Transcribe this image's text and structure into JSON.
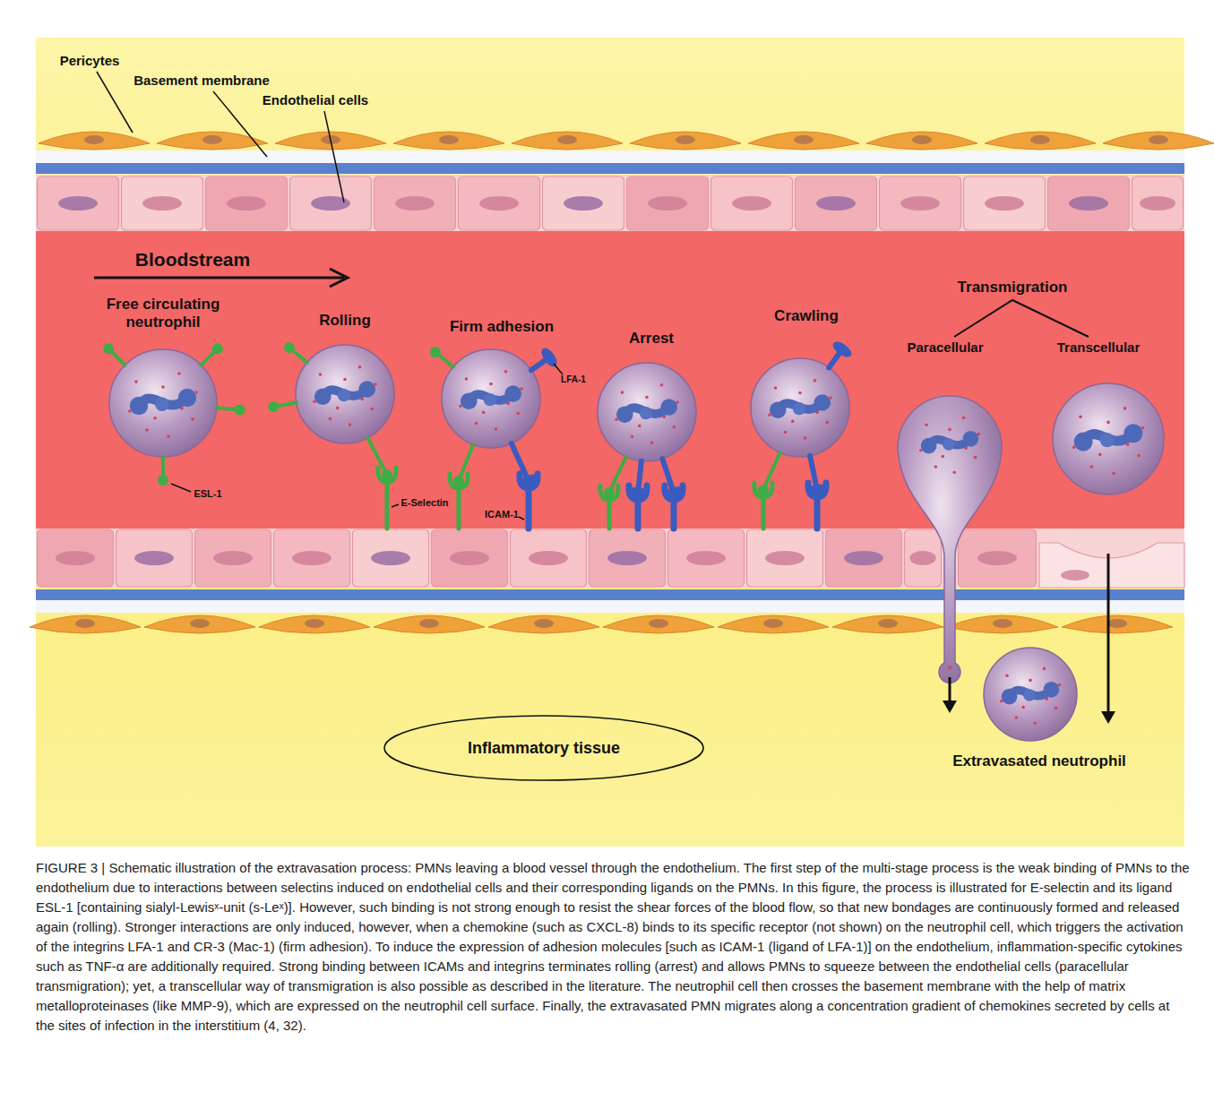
{
  "diagram": {
    "caption": "FIGURE 3 | Schematic illustration of the extravasation process: PMNs leaving a blood vessel through the endothelium. The first step of the multi-stage process is the weak binding of PMNs to the endothelium due to interactions between selectins induced on endothelial cells and their corresponding ligands on the PMNs. In this figure, the process is illustrated for E-selectin and its ligand ESL-1 [containing sialyl-Lewisˣ-unit (s-Leˣ)]. However, such binding is not strong enough to resist the shear forces of the blood flow, so that new bondages are continuously formed and released again (rolling). Stronger interactions are only induced, however, when a chemokine (such as CXCL-8) binds to its specific receptor (not shown) on the neutrophil cell, which triggers the activation of the integrins LFA-1 and CR-3 (Mac-1) (firm adhesion). To induce the expression of adhesion molecules [such as ICAM-1 (ligand of LFA-1)] on the endothelium, inflammation-specific cytokines such as TNF-α are additionally required. Strong binding between ICAMs and integrins terminates rolling (arrest) and allows PMNs to squeeze between the endothelial cells (paracellular transmigration); yet, a transcellular way of transmigration is also possible as described in the literature. The neutrophil cell then crosses the basement membrane with the help of matrix metalloproteinases (like MMP-9), which are expressed on the neutrophil cell surface. Finally, the extravasated PMN migrates along a concentration gradient of chemokines secreted by cells at the sites of infection in the interstitium (4, 32).",
    "nodes": [
      {
        "text": [
          "Inflammatory tissue"
        ]
      }
    ],
    "labels": [
      "Pericytes",
      "Basement membrane",
      "Endothelial cells",
      "Bloodstream",
      "Free circulating neutrophil",
      "Rolling",
      "Firm adhesion",
      "Arrest",
      "Crawling",
      "Transmigration",
      "Paracellular",
      "Transcellular",
      "LFA-1",
      "ESL-1",
      "E-Selectin",
      "ICAM-1",
      "Extravasated neutrophil"
    ]
  }
}
